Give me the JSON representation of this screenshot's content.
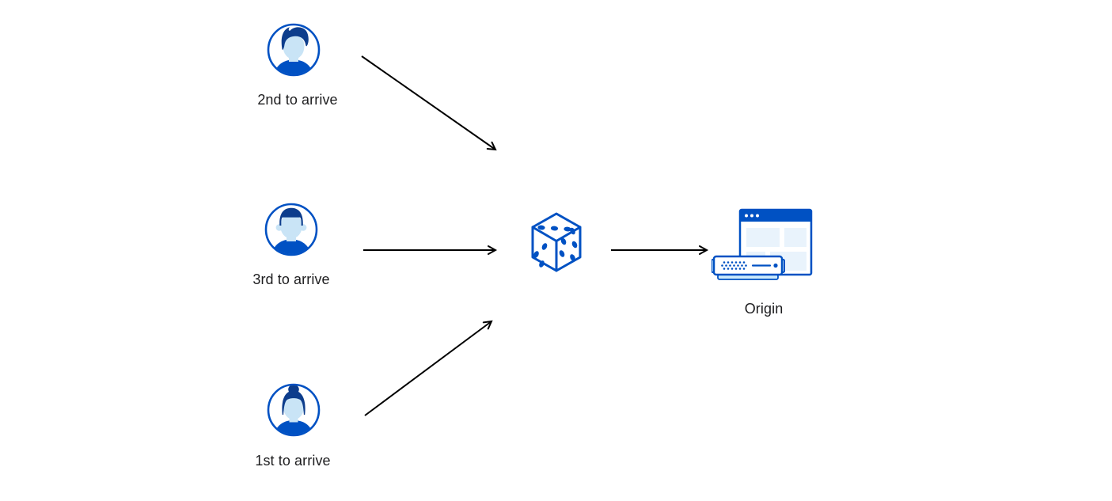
{
  "diagram": {
    "users": [
      {
        "id": "user-2nd",
        "label": "2nd to arrive",
        "icon": "avatar-man-quiff-icon"
      },
      {
        "id": "user-3rd",
        "label": "3rd to arrive",
        "icon": "avatar-man-flat-hair-icon"
      },
      {
        "id": "user-1st",
        "label": "1st to arrive",
        "icon": "avatar-woman-bun-icon"
      }
    ],
    "selector": {
      "id": "dice",
      "icon": "dice-icon",
      "pips_visible": {
        "top_face": 3,
        "left_face": 3,
        "right_face": 5
      }
    },
    "origin": {
      "id": "origin",
      "label": "Origin",
      "icon": "origin-server-icon"
    },
    "edges": [
      {
        "from": "user-2nd",
        "to": "dice"
      },
      {
        "from": "user-3rd",
        "to": "dice"
      },
      {
        "from": "user-1st",
        "to": "dice"
      },
      {
        "from": "dice",
        "to": "origin"
      }
    ]
  },
  "colors": {
    "primary_blue": "#0051c3",
    "dark_blue": "#0d3d8c",
    "skin_blue": "#c9e4f6",
    "pale_blue": "#e9f3fc",
    "light_blue": "#cdeafc",
    "text": "#1d1d1f",
    "arrow": "#000000",
    "background": "#ffffff"
  }
}
